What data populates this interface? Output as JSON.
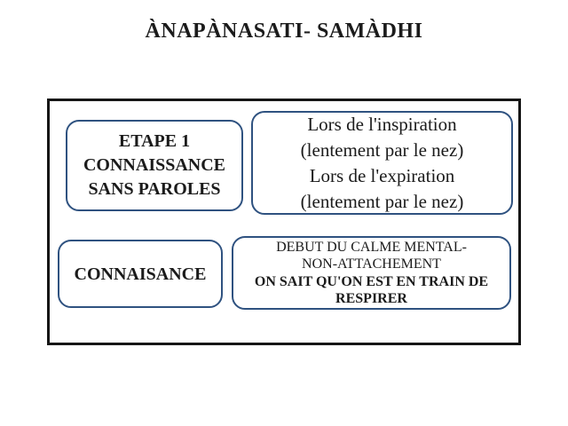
{
  "title": "ÀNAPÀNASATI- SAMÀDHI",
  "colors": {
    "box_border": "#2f5280",
    "frame_border": "#161616",
    "text": "#1b1b1b",
    "background": "#ffffff"
  },
  "boxes": {
    "etape": {
      "lines": [
        "ETAPE 1",
        "CONNAISSANCE",
        "SANS PAROLES"
      ]
    },
    "inspiration": {
      "lines": [
        "Lors de l'inspiration",
        "(lentement par le nez)",
        "Lors de l'expiration",
        "(lentement par le nez)"
      ]
    },
    "connaisance": {
      "lines": [
        "CONNAISANCE"
      ]
    },
    "calme": {
      "regular_lines": [
        "DEBUT DU CALME MENTAL-",
        "NON-ATTACHEMENT"
      ],
      "bold_lines": [
        "ON SAIT QU'ON EST EN TRAIN DE",
        "RESPIRER"
      ]
    }
  }
}
